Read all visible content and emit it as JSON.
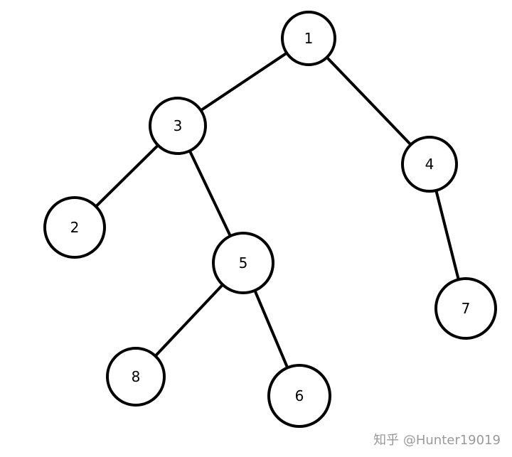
{
  "tree": {
    "nodes": [
      {
        "id": "n1",
        "label": "1"
      },
      {
        "id": "n3",
        "label": "3"
      },
      {
        "id": "n4",
        "label": "4"
      },
      {
        "id": "n2",
        "label": "2"
      },
      {
        "id": "n5",
        "label": "5"
      },
      {
        "id": "n7",
        "label": "7"
      },
      {
        "id": "n8",
        "label": "8"
      },
      {
        "id": "n6",
        "label": "6"
      }
    ],
    "edges": [
      [
        "n1",
        "n3"
      ],
      [
        "n1",
        "n4"
      ],
      [
        "n3",
        "n2"
      ],
      [
        "n3",
        "n5"
      ],
      [
        "n4",
        "n7"
      ],
      [
        "n5",
        "n8"
      ],
      [
        "n5",
        "n6"
      ]
    ]
  },
  "watermark": "知乎 @Hunter19019",
  "colors": {
    "stroke": "#000000",
    "node_fill": "#ffffff",
    "watermark": "#9a9a9a"
  }
}
